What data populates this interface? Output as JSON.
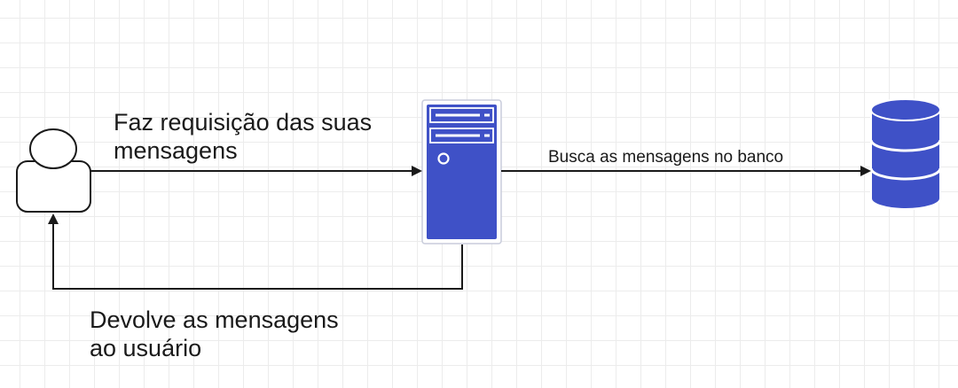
{
  "diagram": {
    "nodes": {
      "user": {
        "icon": "user-icon"
      },
      "server": {
        "icon": "server-icon"
      },
      "database": {
        "icon": "database-icon"
      }
    },
    "edges": {
      "request": {
        "line1": "Faz requisição das suas",
        "line2": "mensagens"
      },
      "query": {
        "label": "Busca as mensagens no banco"
      },
      "response": {
        "line1": "Devolve as mensagens",
        "line2": "ao usuário"
      }
    }
  },
  "colors": {
    "accent": "#3f51c7",
    "line": "#1a1a1a",
    "grid": "#ececec"
  }
}
